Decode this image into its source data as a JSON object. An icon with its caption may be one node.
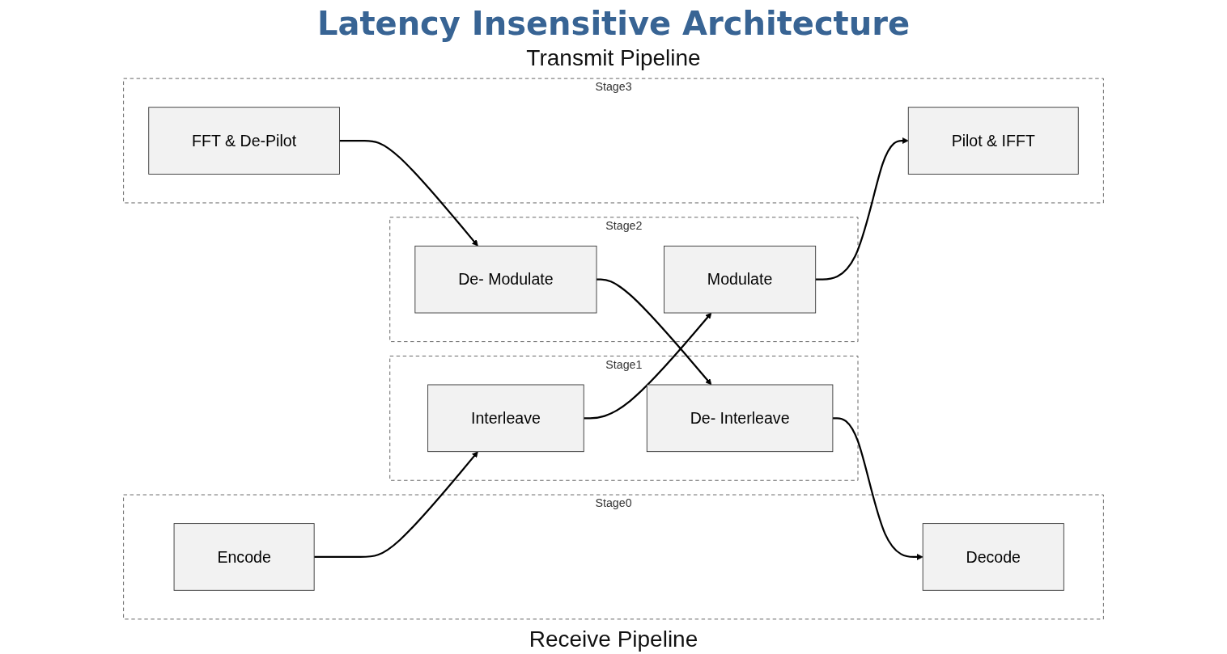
{
  "diagram": {
    "title": "Latency Insensitive Architecture",
    "nodes": [
      {
        "text": [
          "Stage0"
        ]
      },
      {
        "text": [
          "Encode"
        ],
        "in": 0
      },
      {
        "text": [
          "Decode"
        ],
        "in": 0
      },
      {
        "text": [
          "Stage1"
        ]
      },
      {
        "text": [
          "Interleave"
        ],
        "in": 3
      },
      {
        "text": [
          "De- Interleave"
        ],
        "in": 3
      },
      {
        "text": [
          "Stage2"
        ]
      },
      {
        "text": [
          "Modulate"
        ],
        "in": 6
      },
      {
        "text": [
          "De- Modulate"
        ],
        "in": 6
      },
      {
        "text": [
          "Stage3"
        ]
      },
      {
        "text": [
          "Pilot & IFFT"
        ],
        "in": 9
      },
      {
        "text": [
          "FFT & De-Pilot"
        ],
        "in": 9
      }
    ],
    "edges": [
      {
        "from": 1,
        "to": 4,
        "arrow": "to"
      },
      {
        "from": 4,
        "to": 7,
        "arrow": "to"
      },
      {
        "from": 7,
        "to": 10,
        "arrow": "to"
      },
      {
        "from": 11,
        "to": 8,
        "arrow": "to"
      },
      {
        "from": 8,
        "to": 5,
        "arrow": "to"
      },
      {
        "from": 5,
        "to": 2,
        "arrow": "to"
      }
    ],
    "labels": [
      "Transmit Pipeline",
      "Receive Pipeline"
    ]
  }
}
